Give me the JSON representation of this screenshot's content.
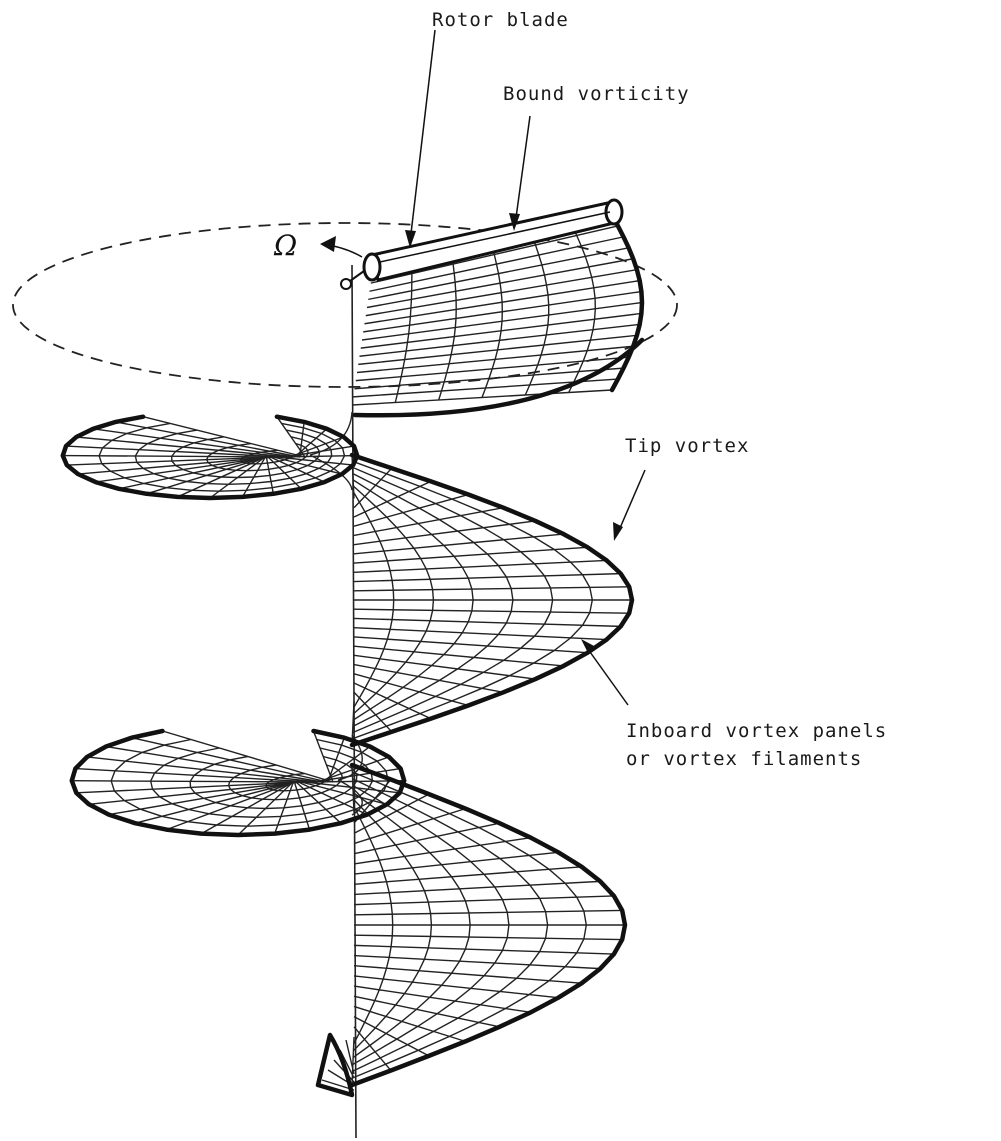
{
  "labels": {
    "rotor_blade": "Rotor blade",
    "bound_vorticity": "Bound vorticity",
    "omega": "Ω",
    "tip_vortex": "Tip vortex",
    "inboard_line1": "Inboard vortex panels",
    "inboard_line2": "or vortex filaments"
  },
  "colors": {
    "ink": "#111111",
    "background": "#ffffff"
  }
}
